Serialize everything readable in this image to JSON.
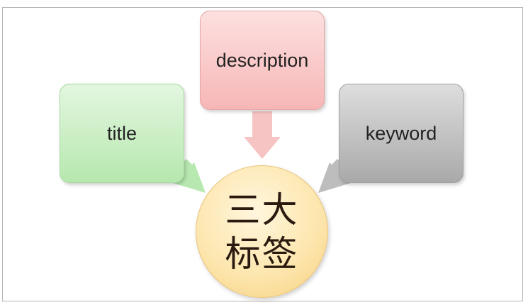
{
  "diagram": {
    "boxes": {
      "title": "title",
      "description": "description",
      "keyword": "keyword"
    },
    "center": {
      "line1": "三大",
      "line2": "标签"
    }
  },
  "colors": {
    "title_arrow": "#b7e8b0",
    "description_arrow": "#f7c4c4",
    "keyword_arrow": "#bdbdbd"
  }
}
